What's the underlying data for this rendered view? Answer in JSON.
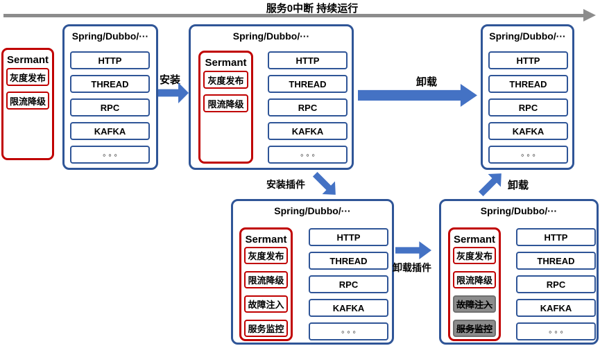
{
  "title_arrow": {
    "label": "服务0中断 持续运行"
  },
  "arrows": {
    "install": "安装",
    "uninstall": "卸载",
    "install_plugin": "安装插件",
    "uninstall_plugin": "卸载插件",
    "uninstall_final": "卸载"
  },
  "sermant": {
    "title": "Sermant",
    "plugins": [
      "灰度发布",
      "限流降级",
      "故障注入",
      "服务监控"
    ]
  },
  "framework": {
    "title": "Spring/Dubbo/···",
    "services": [
      "HTTP",
      "THREAD",
      "RPC",
      "KAFKA",
      "◦ ◦ ◦"
    ]
  },
  "colors": {
    "frame-blue": "#2F5597",
    "sermant-red": "#C00000",
    "arrow-blue": "#4472C4",
    "flow-gray": "#8C8C8C",
    "disabled-gray": "#8C8C8C"
  }
}
